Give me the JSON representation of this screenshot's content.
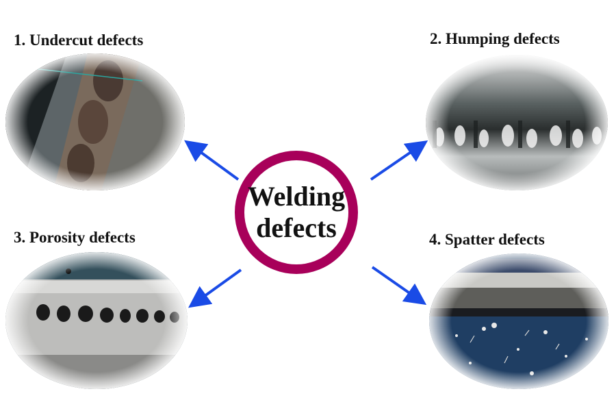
{
  "center": {
    "line1": "Welding",
    "line2": "defects"
  },
  "defects": [
    {
      "label": "1. Undercut defects"
    },
    {
      "label": "2. Humping defects"
    },
    {
      "label": "3. Porosity defects"
    },
    {
      "label": "4. Spatter defects"
    }
  ],
  "colors": {
    "ring": "#a8005a",
    "arrow": "#1a4be6"
  }
}
